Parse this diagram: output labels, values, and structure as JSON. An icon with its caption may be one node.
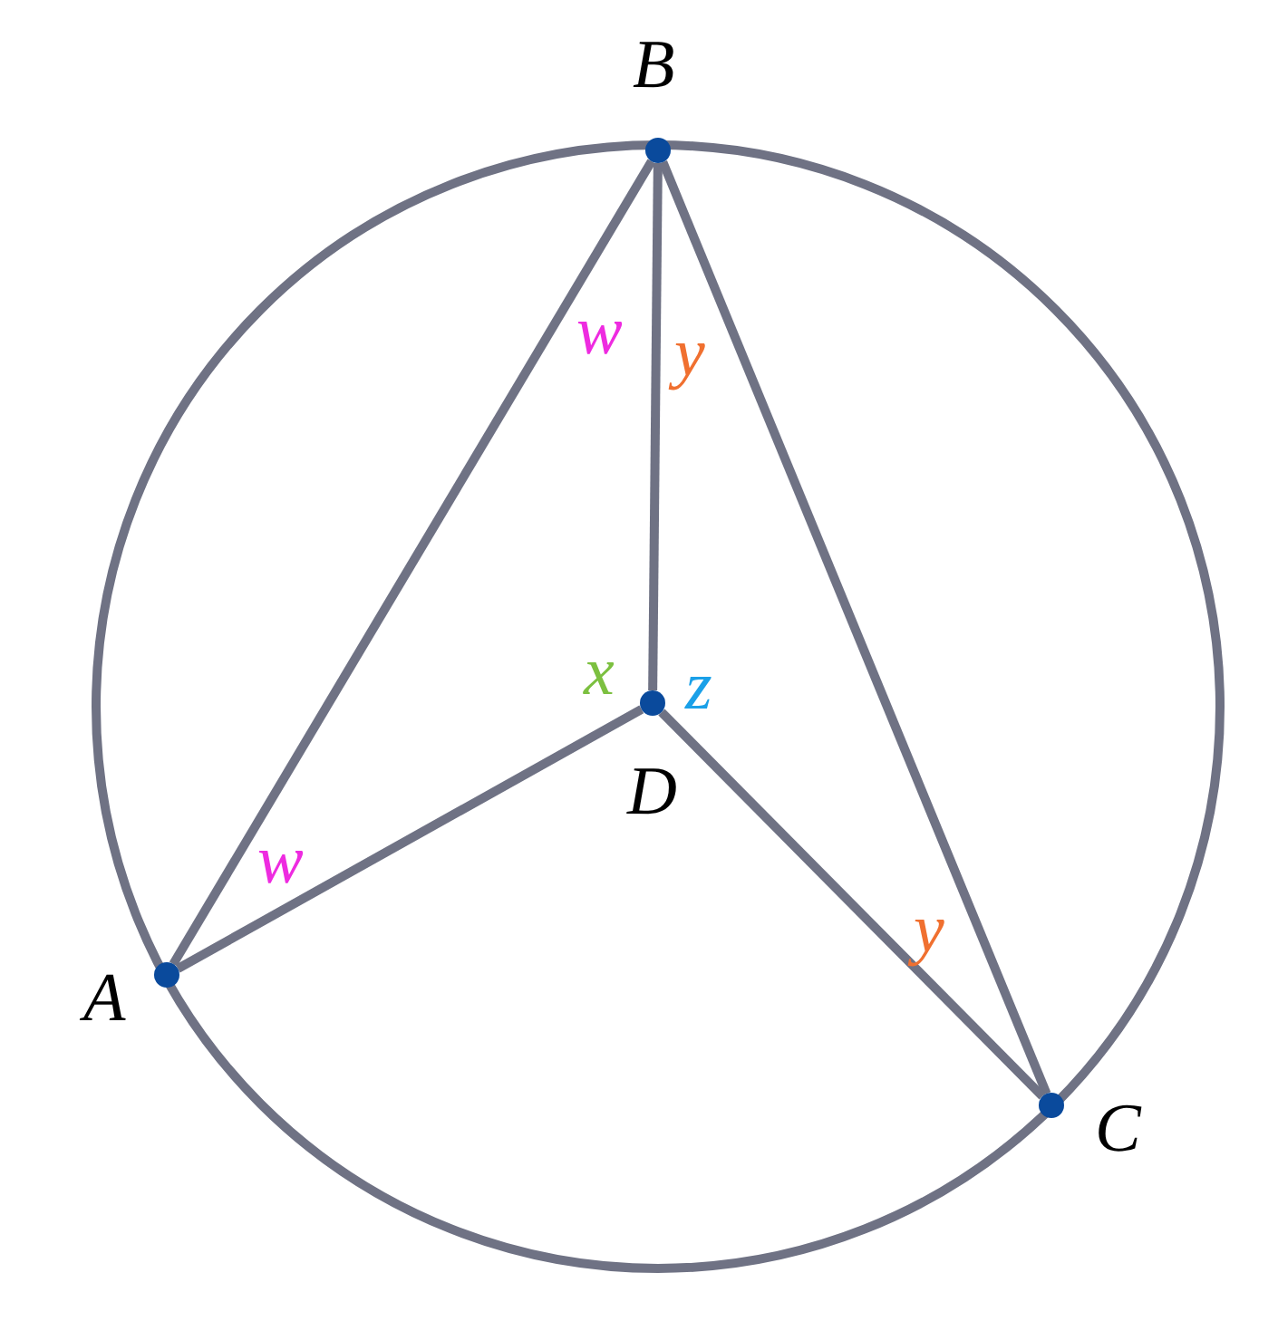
{
  "diagram": {
    "nodes": [
      {
        "text": [
          "B"
        ]
      },
      {
        "text": [
          "D"
        ]
      },
      {
        "text": [
          "A"
        ]
      },
      {
        "text": [
          "C"
        ]
      }
    ],
    "edges": [
      {
        "from": 2,
        "to": 0,
        "arrow": "none"
      },
      {
        "from": 0,
        "to": 1,
        "arrow": "none"
      },
      {
        "from": 0,
        "to": 3,
        "arrow": "none"
      },
      {
        "from": 2,
        "to": 1,
        "arrow": "none"
      },
      {
        "from": 1,
        "to": 3,
        "arrow": "none"
      }
    ],
    "labels": [
      "w",
      "y",
      "x",
      "z",
      "w",
      "y"
    ]
  }
}
